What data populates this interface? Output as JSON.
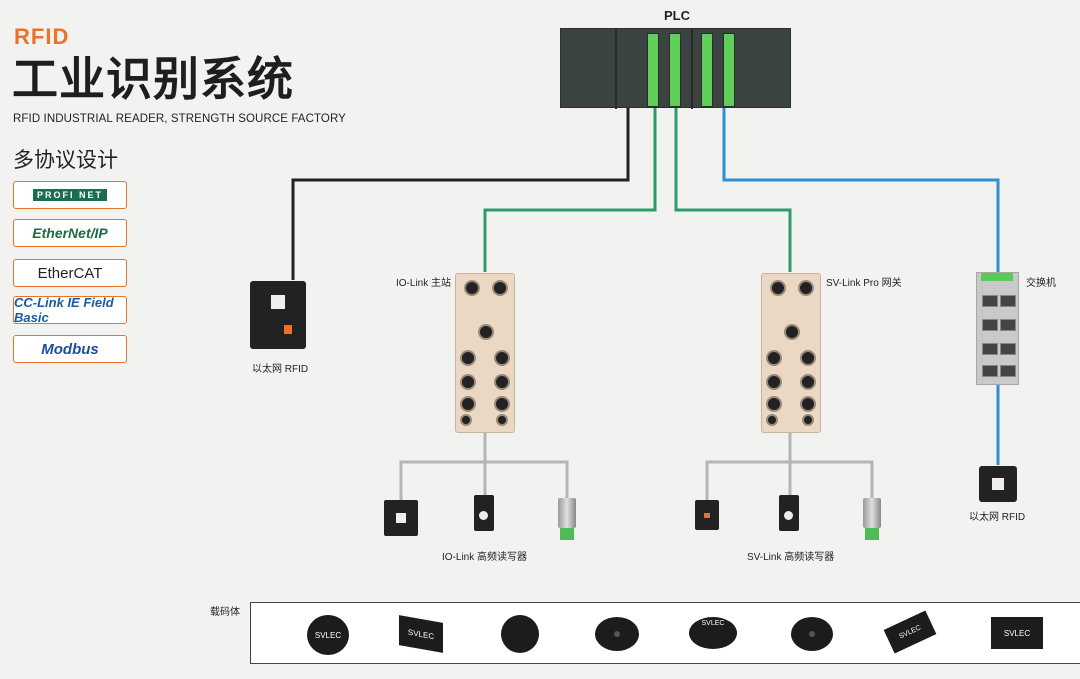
{
  "header": {
    "brand": "RFID",
    "title": "工业识别系统",
    "subtitle": "RFID INDUSTRIAL READER, STRENGTH SOURCE FACTORY",
    "section_heading": "多协议设计"
  },
  "protocols": [
    {
      "label": "PROFI NET",
      "icon": "profinet-logo"
    },
    {
      "label": "EtherNet/IP",
      "icon": "ethernet-ip-logo"
    },
    {
      "label": "EtherCAT",
      "icon": "ethercat-logo"
    },
    {
      "label": "CC-Link IE Field Basic",
      "icon": "cc-link-logo"
    },
    {
      "label": "Modbus",
      "icon": "modbus-logo"
    }
  ],
  "diagram": {
    "plc_label": "PLC",
    "ethernet_reader_left_label": "以太网 RFID",
    "iolink_master_label": "IO-Link 主站",
    "svlink_gateway_label": "SV-Link Pro 网关",
    "switch_label": "交换机",
    "ethernet_reader_right_label": "以太网 RFID",
    "iolink_readers_label": "IO-Link 高频读写器",
    "svlink_readers_label": "SV-Link 高频读写器",
    "carrier_label": "载码体",
    "tag_text": "SVLEC"
  },
  "colors": {
    "accent": "#e8742a",
    "line_black": "#222222",
    "line_green": "#2e9c6a",
    "line_blue": "#2f8fd0",
    "line_gray": "#b5b5b5",
    "plc_slot": "#5fcf5a"
  }
}
